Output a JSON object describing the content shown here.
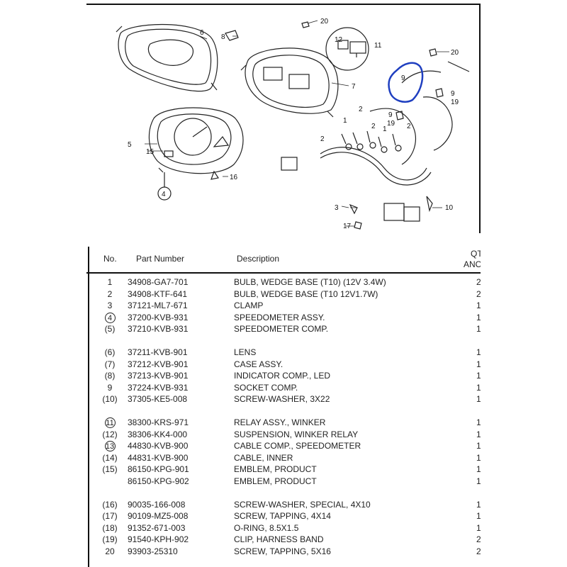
{
  "diagram": {
    "callouts": [
      "20",
      "6",
      "8",
      "12",
      "11",
      "20",
      "9",
      "7",
      "9",
      "19",
      "9",
      "19",
      "1",
      "2",
      "2",
      "1",
      "2",
      "2",
      "5",
      "15",
      "16",
      "4",
      "3",
      "10",
      "17"
    ],
    "annotation_color": "#1f3fc0"
  },
  "table": {
    "headers": {
      "no": "No.",
      "part_number": "Part Number",
      "description": "Description",
      "qty_top": "QT",
      "qty_bottom": "ANO"
    },
    "rows": [
      {
        "no": "1",
        "circled": false,
        "pn": "34908-GA7-701",
        "desc": "BULB, WEDGE BASE (T10) (12V 3.4W)",
        "qty": "2"
      },
      {
        "no": "2",
        "circled": false,
        "pn": "34908-KTF-641",
        "desc": "BULB, WEDGE BASE (T10 12V1.7W)",
        "qty": "2"
      },
      {
        "no": "3",
        "circled": false,
        "pn": "37121-ML7-671",
        "desc": "CLAMP",
        "qty": "1"
      },
      {
        "no": "4",
        "circled": true,
        "pn": "37200-KVB-931",
        "desc": "SPEEDOMETER ASSY.",
        "qty": "1"
      },
      {
        "no": "(5)",
        "circled": false,
        "pn": "37210-KVB-931",
        "desc": "SPEEDOMETER COMP.",
        "qty": "1"
      },
      {
        "no": "",
        "circled": false,
        "pn": "",
        "desc": "",
        "qty": ""
      },
      {
        "no": "(6)",
        "circled": false,
        "pn": "37211-KVB-901",
        "desc": "LENS",
        "qty": "1"
      },
      {
        "no": "(7)",
        "circled": false,
        "pn": "37212-KVB-901",
        "desc": "CASE ASSY.",
        "qty": "1"
      },
      {
        "no": "(8)",
        "circled": false,
        "pn": "37213-KVB-901",
        "desc": "INDICATOR COMP., LED",
        "qty": "1"
      },
      {
        "no": "9",
        "circled": false,
        "pn": "37224-KVB-931",
        "desc": "SOCKET COMP.",
        "qty": "1"
      },
      {
        "no": "(10)",
        "circled": false,
        "pn": "37305-KE5-008",
        "desc": "SCREW-WASHER, 3X22",
        "qty": "1"
      },
      {
        "no": "",
        "circled": false,
        "pn": "",
        "desc": "",
        "qty": ""
      },
      {
        "no": "11",
        "circled": true,
        "pn": "38300-KRS-971",
        "desc": "RELAY ASSY., WINKER",
        "qty": "1"
      },
      {
        "no": "(12)",
        "circled": false,
        "pn": "38306-KK4-000",
        "desc": "SUSPENSION, WINKER RELAY",
        "qty": "1"
      },
      {
        "no": "13",
        "circled": true,
        "pn": "44830-KVB-900",
        "desc": "CABLE COMP., SPEEDOMETER",
        "qty": "1"
      },
      {
        "no": "(14)",
        "circled": false,
        "pn": "44831-KVB-900",
        "desc": "CABLE, INNER",
        "qty": "1"
      },
      {
        "no": "(15)",
        "circled": false,
        "pn": "86150-KPG-901",
        "desc": "EMBLEM, PRODUCT",
        "qty": "1"
      },
      {
        "no": "",
        "circled": false,
        "pn": "86150-KPG-902",
        "desc": "EMBLEM, PRODUCT",
        "qty": "1"
      },
      {
        "no": "",
        "circled": false,
        "pn": "",
        "desc": "",
        "qty": ""
      },
      {
        "no": "(16)",
        "circled": false,
        "pn": "90035-166-008",
        "desc": "SCREW-WASHER, SPECIAL, 4X10",
        "qty": "1"
      },
      {
        "no": "(17)",
        "circled": false,
        "pn": "90109-MZ5-008",
        "desc": "SCREW, TAPPING, 4X14",
        "qty": "1"
      },
      {
        "no": "(18)",
        "circled": false,
        "pn": "91352-671-003",
        "desc": "O-RING, 8.5X1.5",
        "qty": "1"
      },
      {
        "no": "(19)",
        "circled": false,
        "pn": "91540-KPH-902",
        "desc": "CLIP, HARNESS BAND",
        "qty": "2"
      },
      {
        "no": "20",
        "circled": false,
        "pn": "93903-25310",
        "desc": "SCREW, TAPPING, 5X16",
        "qty": "2"
      }
    ]
  },
  "fab": {
    "icon": "pencil-icon",
    "color": "#1a1a1a"
  }
}
